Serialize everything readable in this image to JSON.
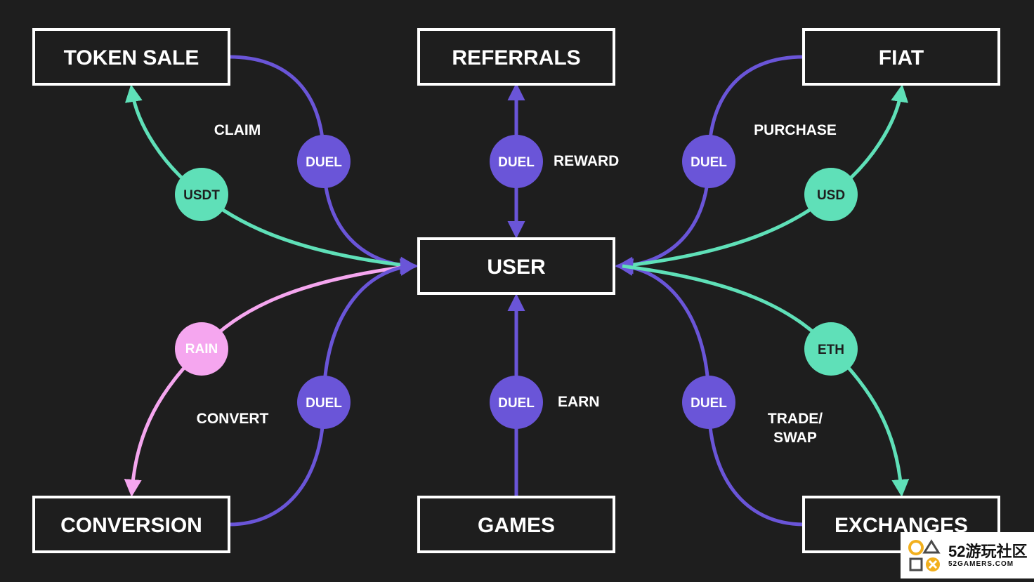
{
  "colors": {
    "background": "#1e1e1e",
    "box_border": "#ffffff",
    "duel": "#6a55d8",
    "usd_green": "#5fe0b8",
    "rain_pink": "#f5a6ef"
  },
  "nodes": {
    "token_sale": "TOKEN SALE",
    "referrals": "REFERRALS",
    "fiat": "FIAT",
    "user": "USER",
    "conversion": "CONVERSION",
    "games": "GAMES",
    "exchanges": "EXCHANGES"
  },
  "bubbles": {
    "duel": "DUEL",
    "usdt": "USDT",
    "usd": "USD",
    "rain": "RAIN",
    "eth": "ETH"
  },
  "labels": {
    "claim": "CLAIM",
    "reward": "REWARD",
    "purchase": "PURCHASE",
    "convert": "CONVERT",
    "earn": "EARN",
    "trade_line1": "TRADE/",
    "trade_line2": "SWAP"
  },
  "watermark": {
    "main": "52游玩社区",
    "sub": "52GAMERS.COM"
  }
}
